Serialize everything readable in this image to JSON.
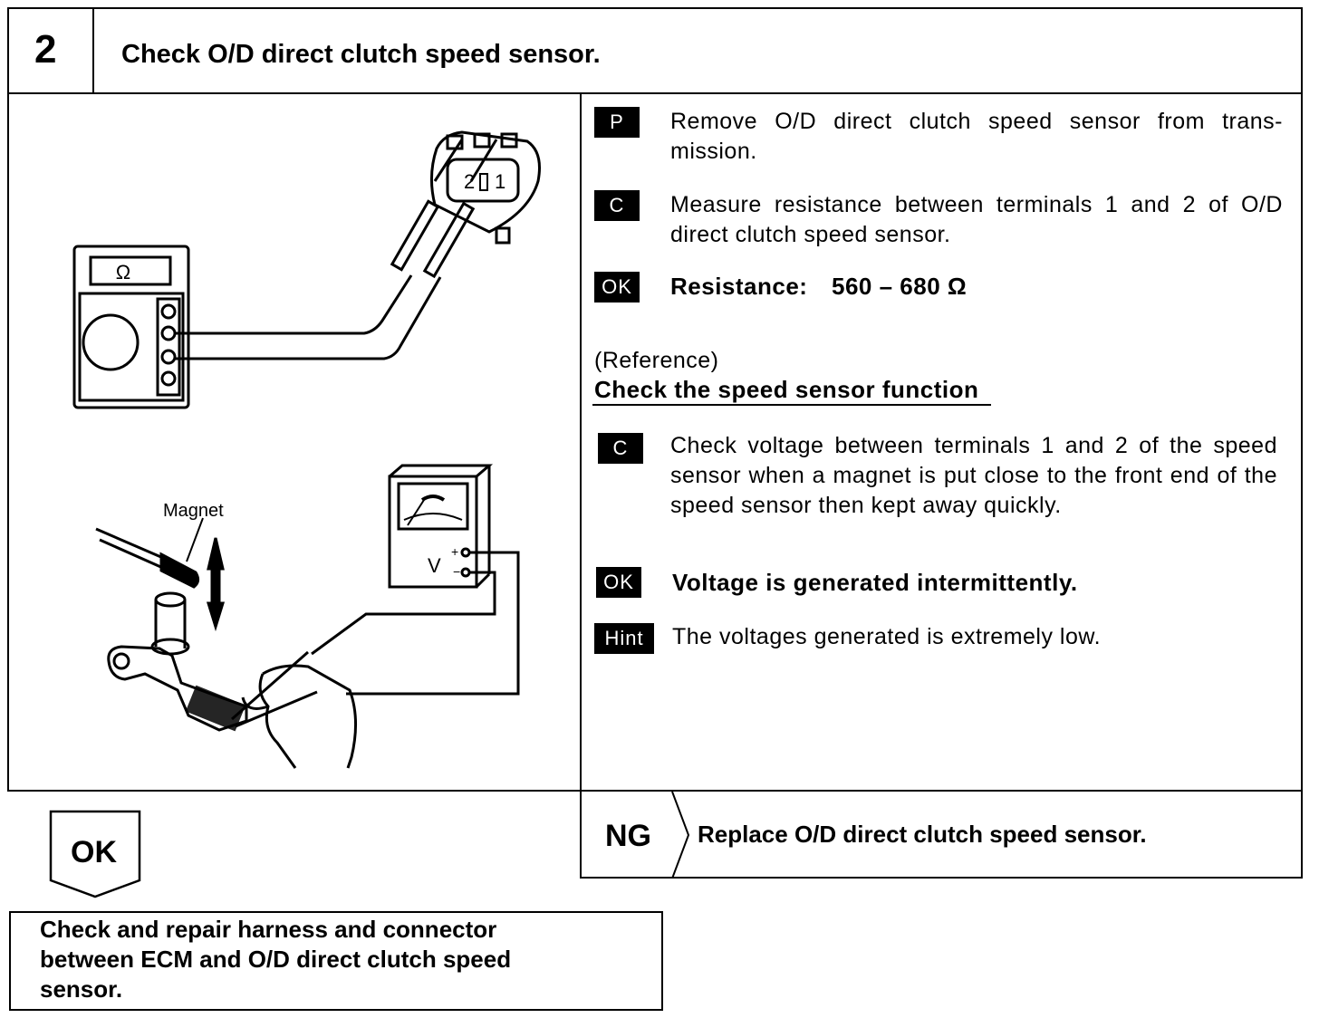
{
  "header": {
    "step_number": "2",
    "title": "Check O/D direct clutch speed sensor."
  },
  "illustration": {
    "ohm_symbol": "Ω",
    "terminal_2": "2",
    "terminal_1": "1",
    "magnet_label": "Magnet",
    "voltmeter_label": "V",
    "plus": "+",
    "minus": "−"
  },
  "instructions": {
    "step_p": {
      "badge": "P",
      "text": "Remove O/D direct clutch speed sensor from trans-mission."
    },
    "step_c1": {
      "badge": "C",
      "text": "Measure resistance between terminals 1 and 2 of O/D direct clutch speed sensor."
    },
    "ok1": {
      "badge": "OK",
      "label": "Resistance:",
      "value": "560 – 680 Ω"
    },
    "reference": "(Reference)",
    "reference_title": "Check the speed sensor function",
    "step_c2": {
      "badge": "C",
      "text": "Check voltage between terminals 1 and 2 of the speed sensor when a magnet is put close to the front end of the speed sensor then kept away quickly."
    },
    "ok2": {
      "badge": "OK",
      "text": "Voltage is generated intermittently."
    },
    "hint": {
      "badge": "Hint",
      "text": "The voltages generated is extremely low."
    }
  },
  "results": {
    "ok_label": "OK",
    "ok_action": "Check and repair harness and connector between ECM and O/D direct clutch speed sensor.",
    "ng_label": "NG",
    "ng_action": "Replace O/D direct clutch speed sensor."
  }
}
